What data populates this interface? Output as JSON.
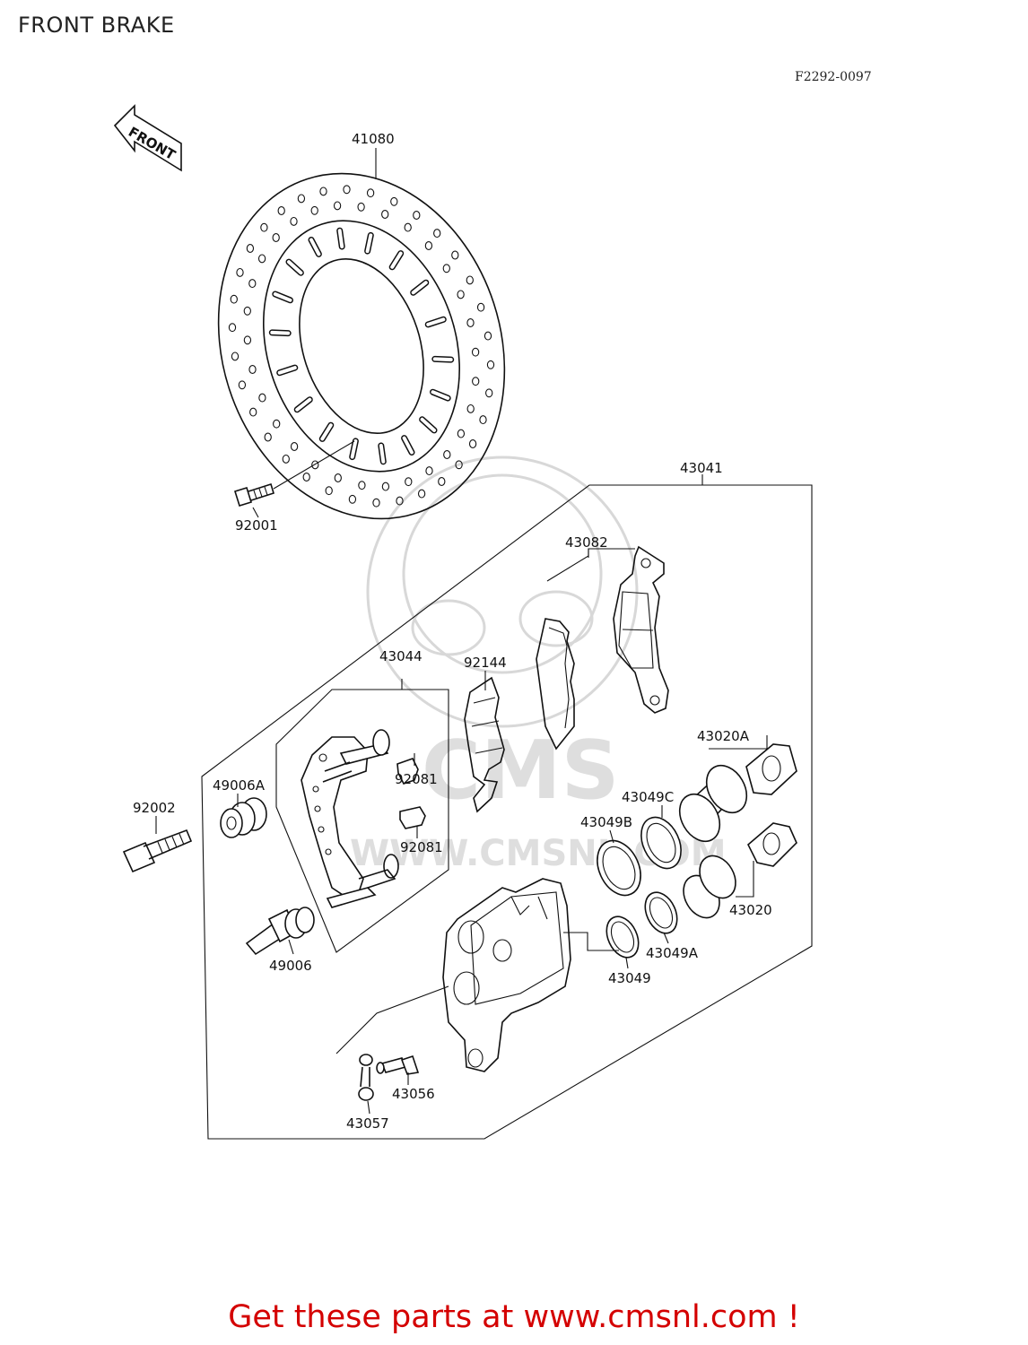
{
  "title": "FRONT BRAKE",
  "diagram_code": "F2292-0097",
  "front_arrow_label": "FRONT",
  "watermark": {
    "logo_text": "CMS",
    "url_text": "WWW.CMSNL.COM"
  },
  "footer": "Get these parts at www.cmsnl.com !",
  "parts": [
    {
      "id": "p41080",
      "number": "41080"
    },
    {
      "id": "p92001",
      "number": "92001"
    },
    {
      "id": "p43041",
      "number": "43041"
    },
    {
      "id": "p43082",
      "number": "43082"
    },
    {
      "id": "p43044",
      "number": "43044"
    },
    {
      "id": "p92144",
      "number": "92144"
    },
    {
      "id": "p92081a",
      "number": "92081"
    },
    {
      "id": "p92081b",
      "number": "92081"
    },
    {
      "id": "p43020A",
      "number": "43020A"
    },
    {
      "id": "p49006A",
      "number": "49006A"
    },
    {
      "id": "p92002",
      "number": "92002"
    },
    {
      "id": "p43049C",
      "number": "43049C"
    },
    {
      "id": "p43049B",
      "number": "43049B"
    },
    {
      "id": "p43020",
      "number": "43020"
    },
    {
      "id": "p43049A",
      "number": "43049A"
    },
    {
      "id": "p43049",
      "number": "43049"
    },
    {
      "id": "p49006",
      "number": "49006"
    },
    {
      "id": "p43056",
      "number": "43056"
    },
    {
      "id": "p43057",
      "number": "43057"
    }
  ]
}
